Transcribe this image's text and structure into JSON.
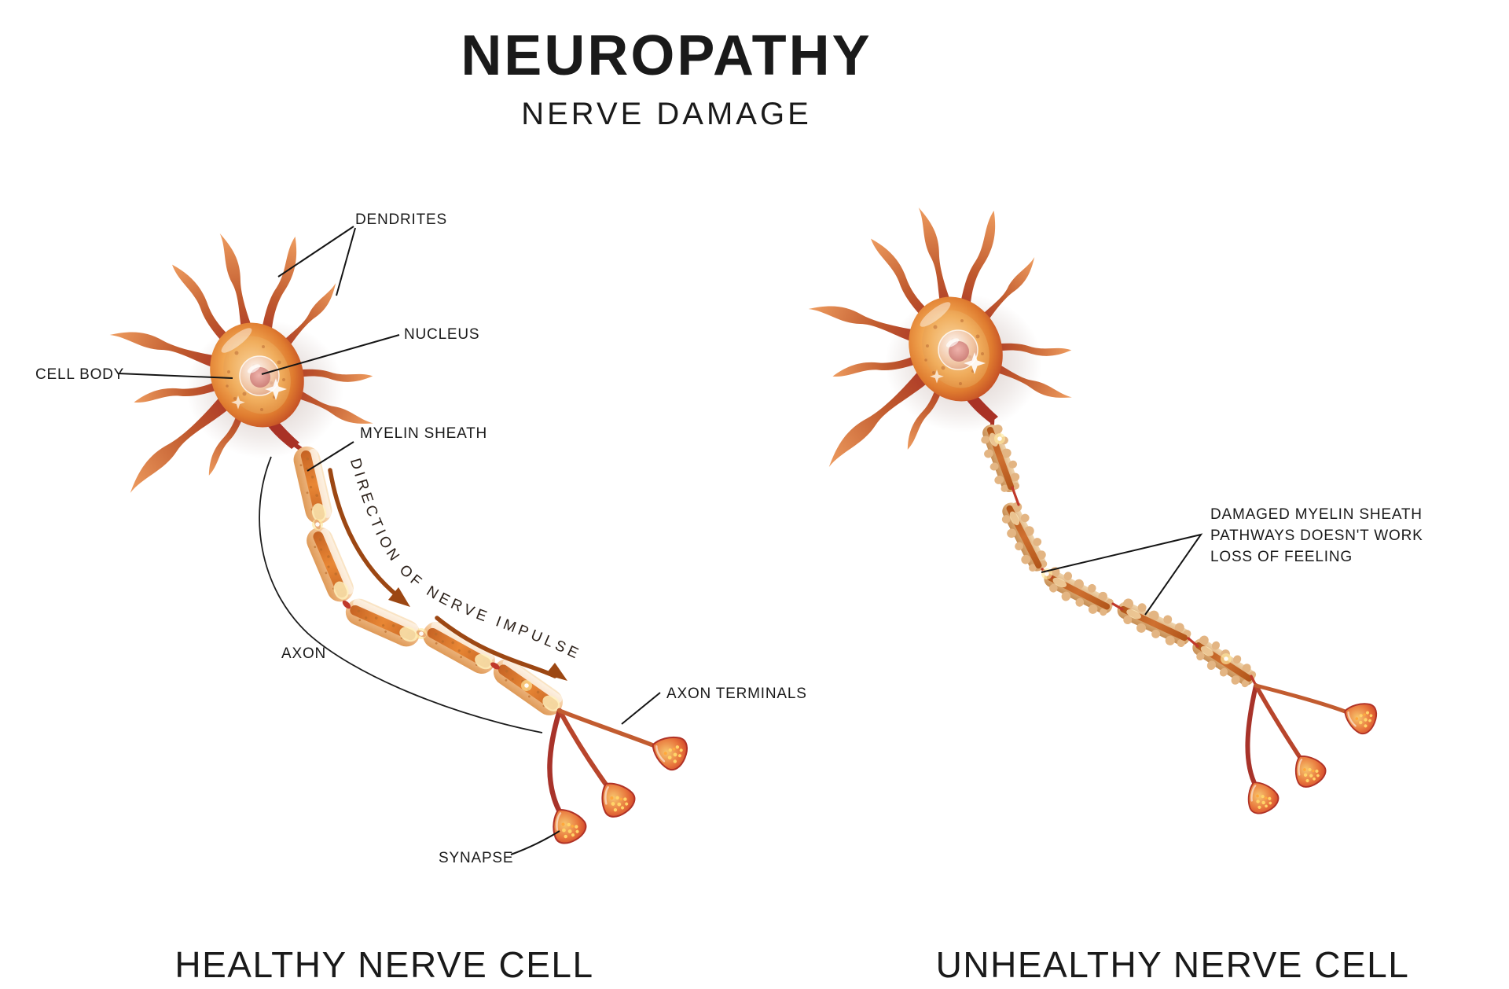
{
  "header": {
    "title": "NEUROPATHY",
    "subtitle": "NERVE DAMAGE"
  },
  "left_figure": {
    "caption": "HEALTHY NERVE CELL",
    "labels": {
      "dendrites": "DENDRITES",
      "nucleus": "NUCLEUS",
      "cell_body": "CELL BODY",
      "myelin_sheath": "MYELIN SHEATH",
      "impulse_direction": "DIRECTION OF NERVE IMPULSE",
      "axon": "AXON",
      "axon_terminals": "AXON TERMINALS",
      "synapse": "SYNAPSE"
    }
  },
  "right_figure": {
    "caption": "UNHEALTHY NERVE CELL",
    "labels": {
      "damaged_line1": "DAMAGED MYELIN SHEATH",
      "damaged_line2": "PATHWAYS DOESN'T WORK",
      "damaged_line3": "LOSS OF FEELING"
    }
  },
  "colors": {
    "background": "#ffffff",
    "text": "#1a1a1a",
    "soma_rim_red": "#a93226",
    "soma_orange": "#e07b2f",
    "dendrite_tip_orange": "#ee9c5f",
    "myelin_tan": "#f2be8c",
    "myelin_core": "#d0661f",
    "damaged_tan": "#deac77",
    "node_red": "#c0392b",
    "impulse_arrow_brown": "#9c4713",
    "synapse_dot_yellow": "#ffd469"
  }
}
